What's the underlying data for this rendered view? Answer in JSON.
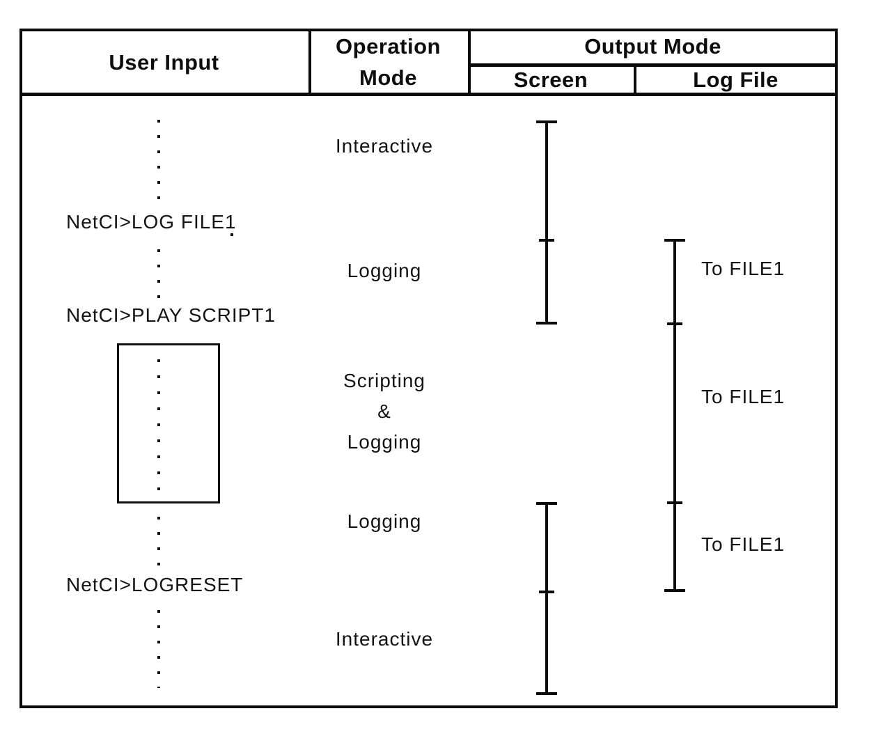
{
  "figure": {
    "header": {
      "user_input": "User Input",
      "operation_mode": "Operation Mode",
      "output_mode": "Output Mode",
      "screen": "Screen",
      "log_file": "Log File"
    },
    "user_inputs": {
      "log_command": "NetCI>LOG FILE1",
      "play_command": "NetCI>PLAY SCRIPT1",
      "logreset_command": "NetCI>LOGRESET"
    },
    "operation_modes": {
      "interactive_1": "Interactive",
      "logging_1": "Logging",
      "scripting_and_logging": "Scripting\n&\nLogging",
      "logging_2": "Logging",
      "interactive_2": "Interactive"
    },
    "log_file_outputs": {
      "to_file1_1": "To FILE1",
      "to_file1_2": "To FILE1",
      "to_file1_3": "To FILE1"
    },
    "colors": {
      "ink": "#0a0a0a",
      "paper": "#ffffff"
    }
  }
}
